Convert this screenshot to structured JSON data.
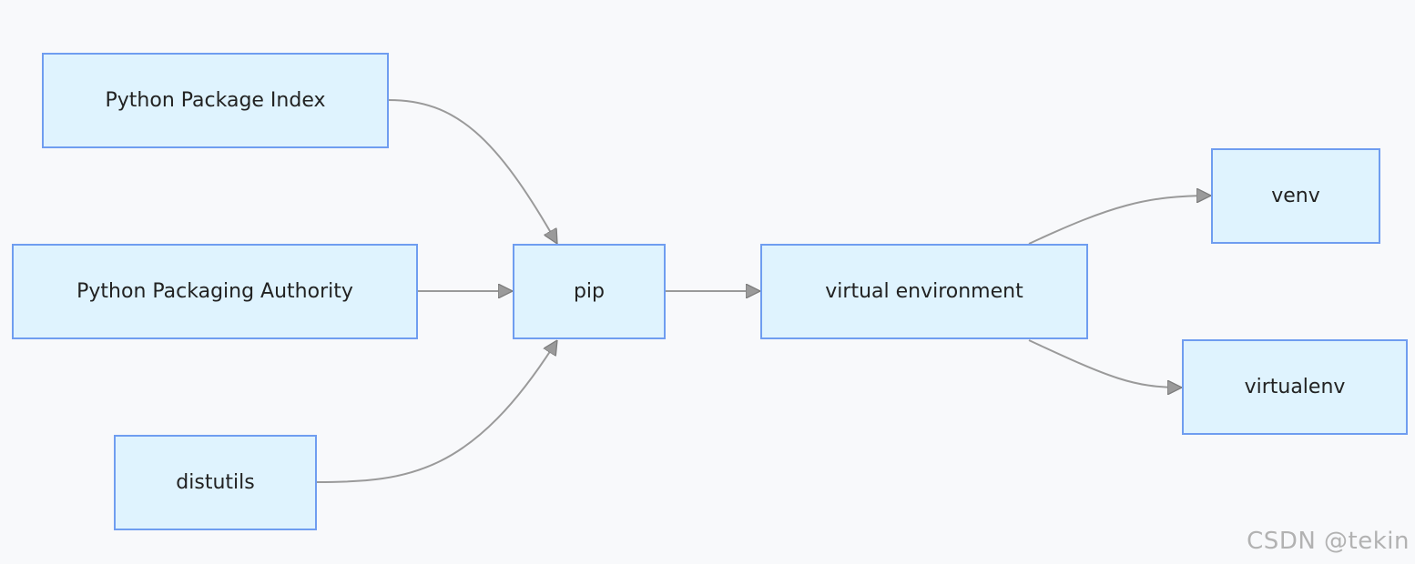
{
  "diagram": {
    "nodes": {
      "pypi": "Python Package Index",
      "pypa": "Python Packaging Authority",
      "distutils": "distutils",
      "pip": "pip",
      "virtual_environment": "virtual environment",
      "venv": "venv",
      "virtualenv": "virtualenv"
    },
    "edges": [
      {
        "from": "Python Package Index",
        "to": "pip"
      },
      {
        "from": "Python Packaging Authority",
        "to": "pip"
      },
      {
        "from": "distutils",
        "to": "pip"
      },
      {
        "from": "pip",
        "to": "virtual environment"
      },
      {
        "from": "virtual environment",
        "to": "venv"
      },
      {
        "from": "virtual environment",
        "to": "virtualenv"
      }
    ]
  },
  "watermark": "CSDN @tekin",
  "colors": {
    "background": "#f8f9fb",
    "node_fill": "#dff3fe",
    "node_border": "#6f9df0",
    "edge": "#9a9a9a",
    "text": "#222222"
  }
}
